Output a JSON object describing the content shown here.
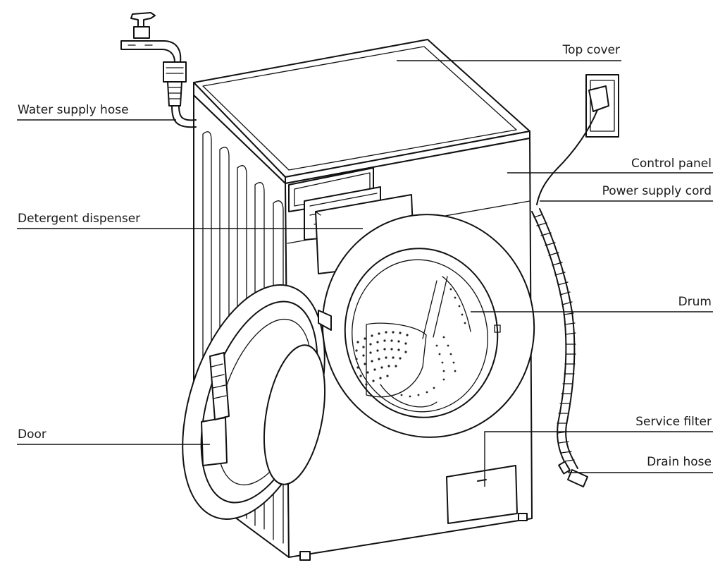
{
  "labels": {
    "top_cover": "Top cover",
    "water_supply_hose": "Water supply hose",
    "control_panel": "Control panel",
    "power_supply_cord": "Power supply cord",
    "detergent_dispenser": "Detergent dispenser",
    "drum": "Drum",
    "door": "Door",
    "service_filter": "Service filter",
    "drain_hose": "Drain hose"
  }
}
